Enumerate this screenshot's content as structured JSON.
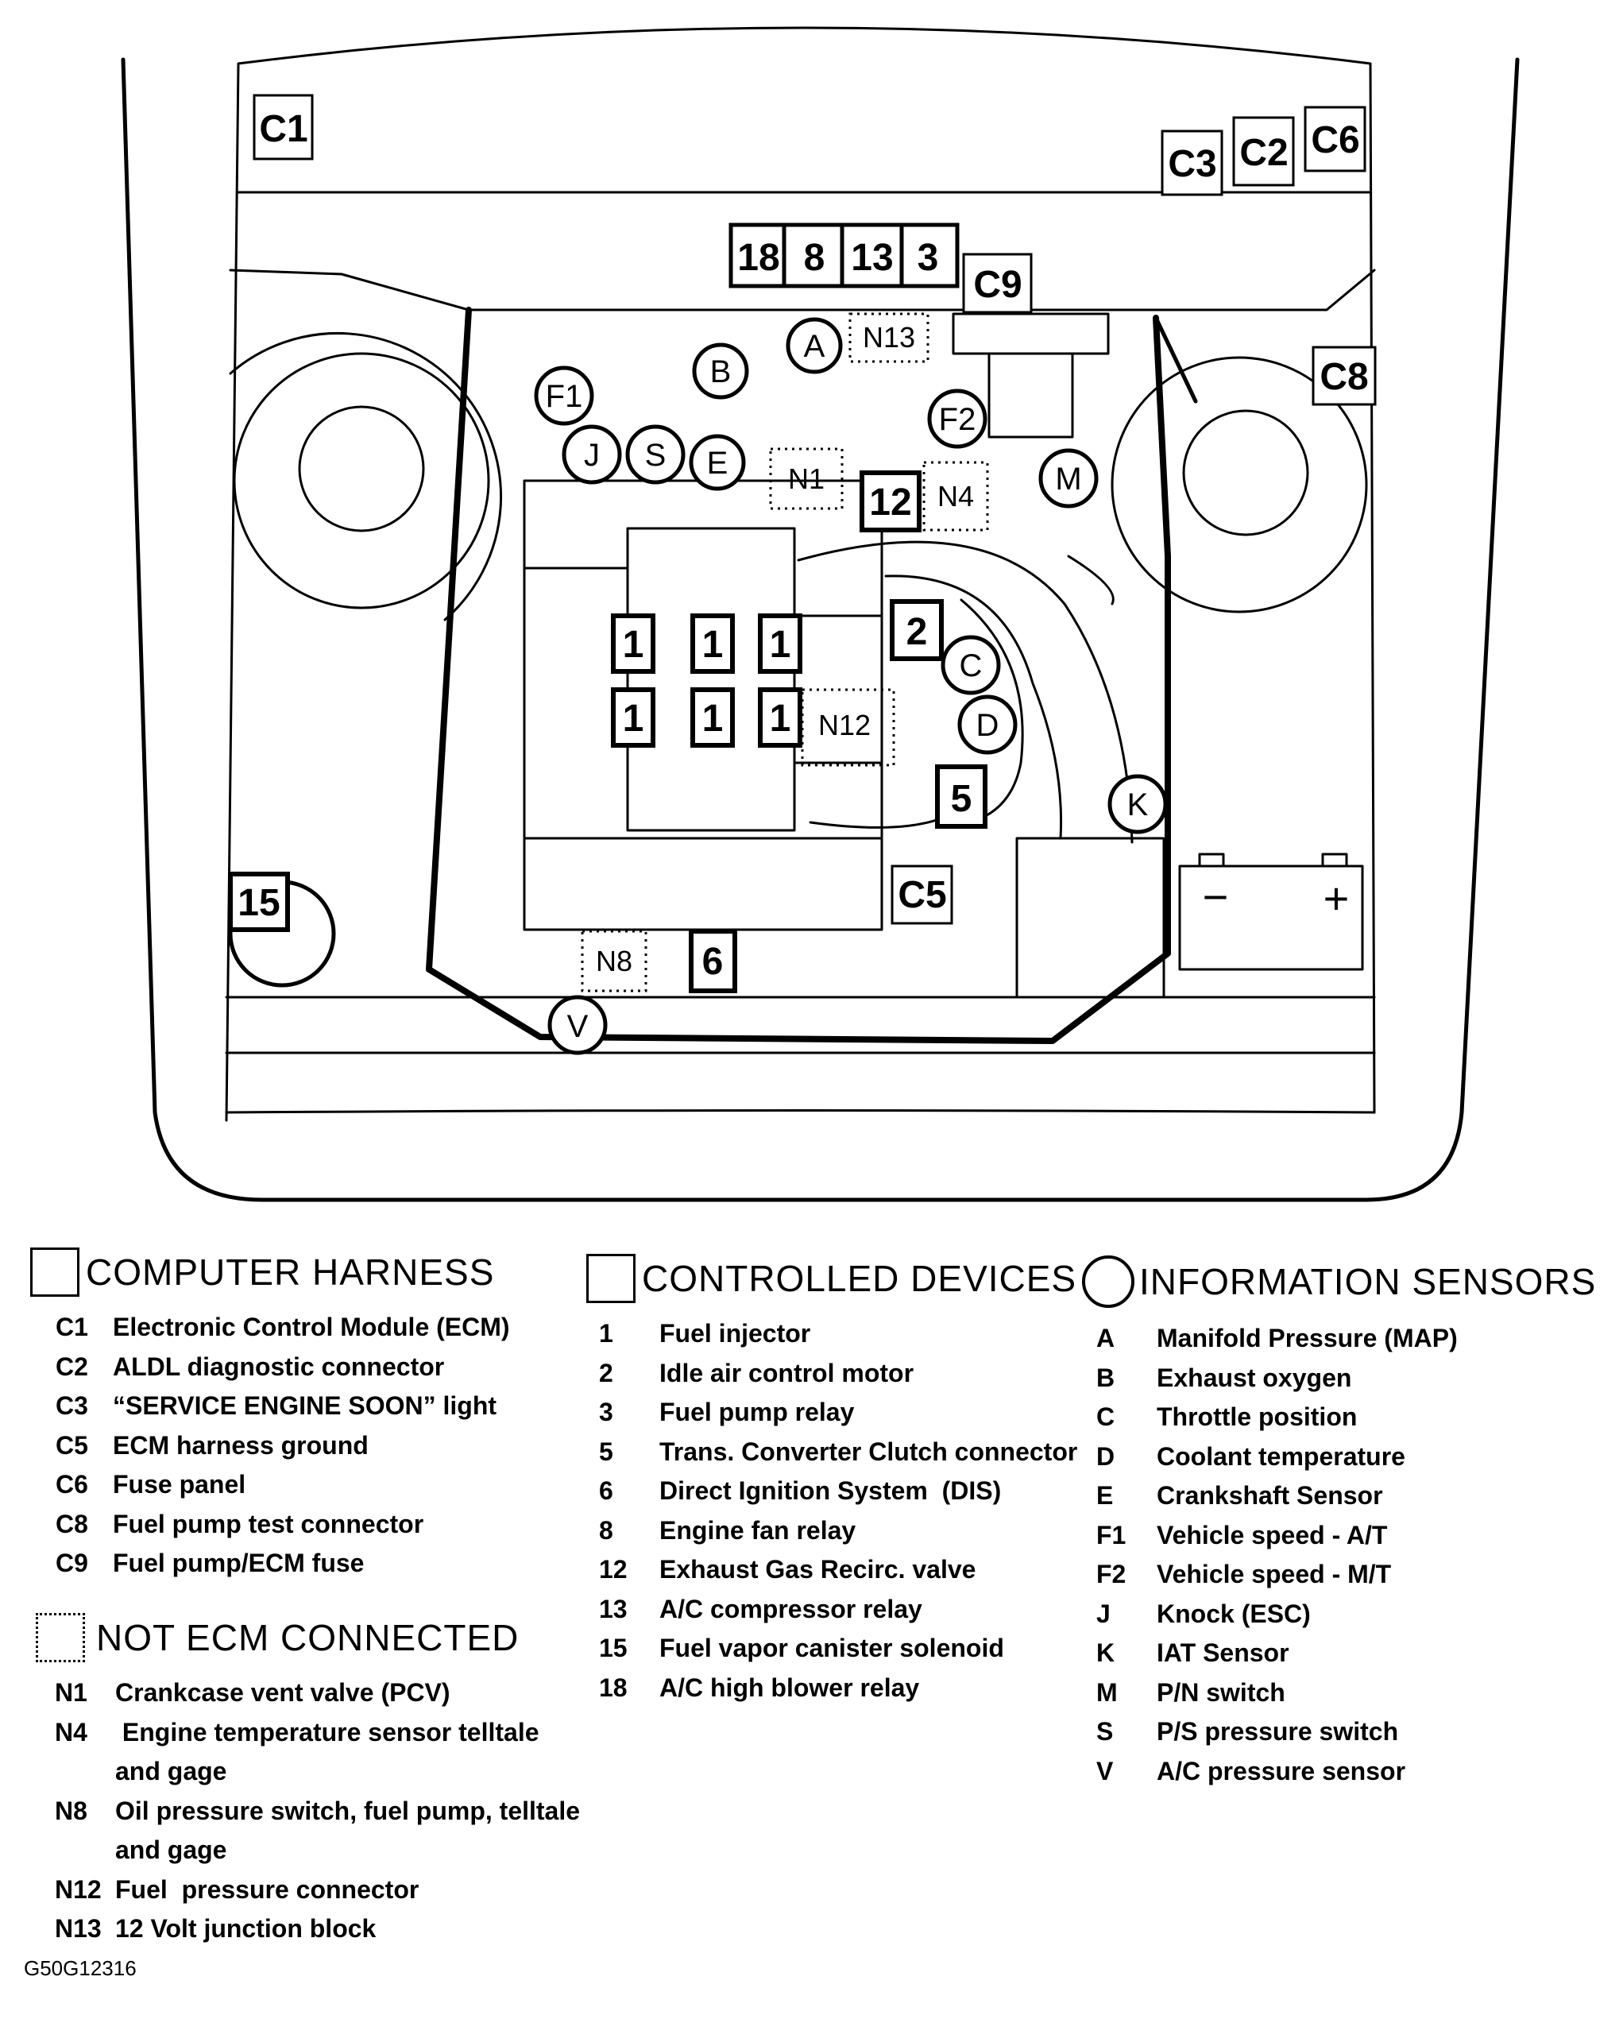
{
  "diagram": {
    "harness_connectors": [
      "C1",
      "C3",
      "C2",
      "C6",
      "C9",
      "C8",
      "C5"
    ],
    "relay_block": [
      "18",
      "8",
      "13",
      "3"
    ],
    "device_boxes": [
      "12",
      "1",
      "1",
      "1",
      "1",
      "1",
      "1",
      "2",
      "5",
      "15",
      "6"
    ],
    "sensor_circles": [
      "A",
      "B",
      "F1",
      "F2",
      "J",
      "S",
      "E",
      "M",
      "C",
      "D",
      "K",
      "V"
    ],
    "dotted_boxes": [
      "N13",
      "N1",
      "N4",
      "N12",
      "N8"
    ],
    "battery_minus": "−",
    "battery_plus": "+"
  },
  "legend": {
    "computer_harness": {
      "title": "COMPUTER HARNESS",
      "items": [
        {
          "code": "C1",
          "text": "Electronic Control Module (ECM)"
        },
        {
          "code": "C2",
          "text": "ALDL diagnostic connector"
        },
        {
          "code": "C3",
          "text": "“SERVICE ENGINE SOON” light"
        },
        {
          "code": "C5",
          "text": "ECM harness ground"
        },
        {
          "code": "C6",
          "text": "Fuse panel"
        },
        {
          "code": "C8",
          "text": "Fuel pump test connector"
        },
        {
          "code": "C9",
          "text": "Fuel pump/ECM fuse"
        }
      ]
    },
    "not_ecm_connected": {
      "title": "NOT ECM CONNECTED",
      "items": [
        {
          "code": "N1",
          "text": "Crankcase vent valve (PCV)"
        },
        {
          "code": "N4",
          "text": " Engine temperature sensor telltale"
        },
        {
          "code": "",
          "text": "and gage"
        },
        {
          "code": "N8",
          "text": "Oil pressure switch, fuel pump, telltale"
        },
        {
          "code": "",
          "text": "and gage"
        },
        {
          "code": "N12",
          "text": "Fuel  pressure connector"
        },
        {
          "code": "N13",
          "text": "12 Volt junction block"
        }
      ]
    },
    "controlled_devices": {
      "title": "CONTROLLED DEVICES",
      "items": [
        {
          "code": "1",
          "text": "Fuel injector"
        },
        {
          "code": "2",
          "text": "Idle air control motor"
        },
        {
          "code": "3",
          "text": "Fuel pump relay"
        },
        {
          "code": "5",
          "text": "Trans. Converter Clutch connector"
        },
        {
          "code": "6",
          "text": "Direct Ignition System  (DIS)"
        },
        {
          "code": "8",
          "text": "Engine fan relay"
        },
        {
          "code": "12",
          "text": "Exhaust Gas Recirc. valve"
        },
        {
          "code": "13",
          "text": "A/C compressor relay"
        },
        {
          "code": "15",
          "text": "Fuel vapor canister solenoid"
        },
        {
          "code": "18",
          "text": "A/C high blower relay"
        }
      ]
    },
    "information_sensors": {
      "title": "INFORMATION SENSORS",
      "items": [
        {
          "code": "A",
          "text": "Manifold Pressure (MAP)"
        },
        {
          "code": "B",
          "text": "Exhaust oxygen"
        },
        {
          "code": "C",
          "text": "Throttle position"
        },
        {
          "code": "D",
          "text": "Coolant temperature"
        },
        {
          "code": "E",
          "text": "Crankshaft Sensor"
        },
        {
          "code": "F1",
          "text": "Vehicle speed - A/T"
        },
        {
          "code": "F2",
          "text": "Vehicle speed - M/T"
        },
        {
          "code": "J",
          "text": "Knock (ESC)"
        },
        {
          "code": "K",
          "text": "IAT Sensor"
        },
        {
          "code": "M",
          "text": "P/N switch"
        },
        {
          "code": "S",
          "text": "P/S pressure switch"
        },
        {
          "code": "V",
          "text": "A/C pressure sensor"
        }
      ]
    }
  },
  "figure_code": "G50G12316"
}
